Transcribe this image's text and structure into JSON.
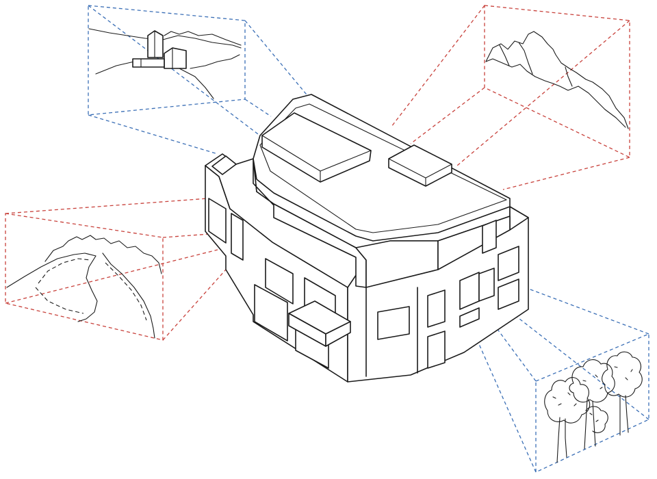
{
  "diagram": {
    "colors": {
      "background": "#ffffff",
      "line": "#1a1a1a",
      "view_cone_blue": "#3b6fb6",
      "view_cone_red": "#c8413b"
    },
    "views": [
      {
        "id": "castle-hill",
        "color": "blue",
        "icon": "castle-on-hill-sketch"
      },
      {
        "id": "mountain-peak",
        "color": "red",
        "icon": "mountain-ridge-sketch"
      },
      {
        "id": "valley-road",
        "color": "red",
        "icon": "valley-road-sketch"
      },
      {
        "id": "tree-grove",
        "color": "blue",
        "icon": "trees-sketch"
      }
    ]
  }
}
